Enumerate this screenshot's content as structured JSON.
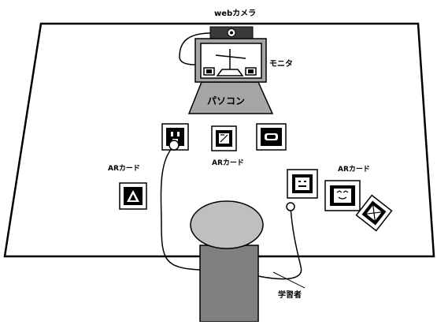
{
  "labels": {
    "webcam": "webカメラ",
    "monitor": "モニタ",
    "pc": "パソコン",
    "ar_card_left": "ARカード",
    "ar_card_center": "ARカード",
    "ar_card_right": "ARカード",
    "learner": "学習者"
  },
  "colors": {
    "ink": "#000000",
    "table": "#ffffff",
    "pc_gray": "#a6a6a6",
    "learner_body": "#808080",
    "learner_head": "#bfbfbf",
    "webcam_body": "#3a3a3a"
  }
}
